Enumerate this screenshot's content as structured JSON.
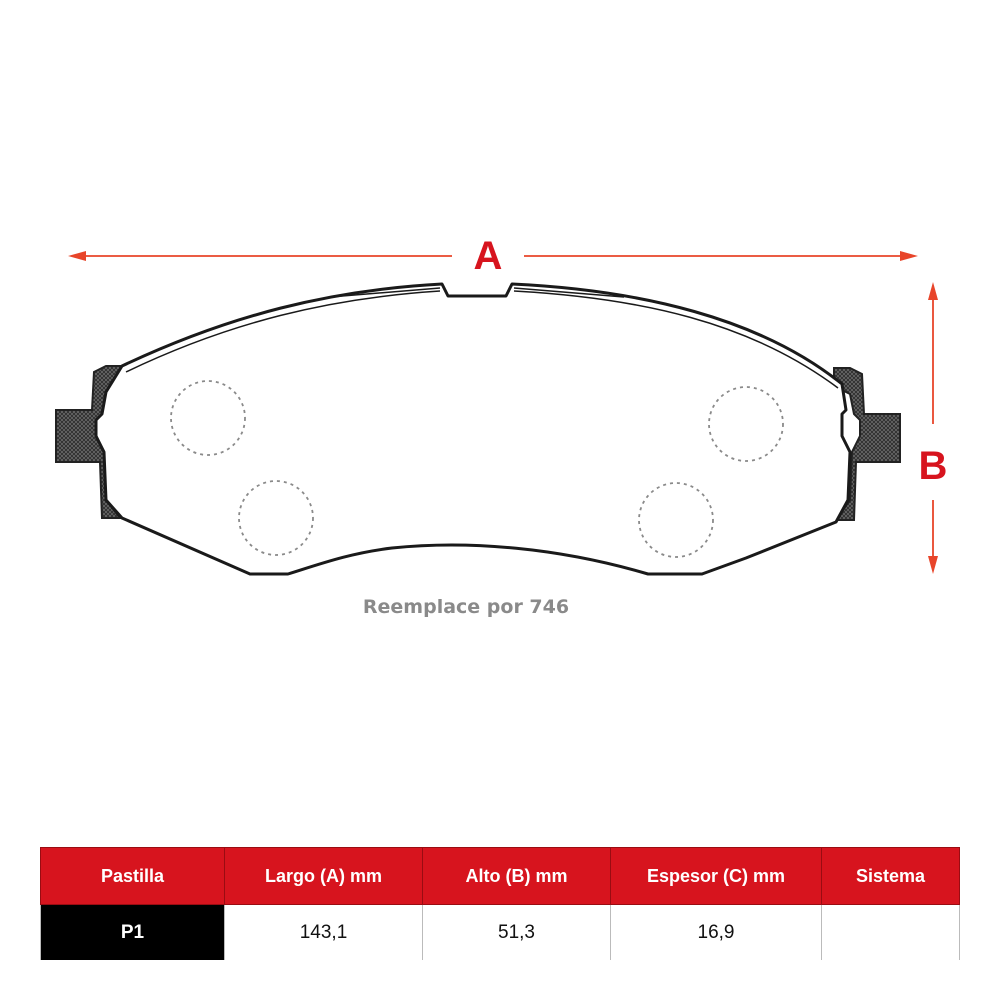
{
  "diagram": {
    "dimension_a_label": "A",
    "dimension_b_label": "B",
    "note": "Reemplace por 746",
    "accent_color": "#d7141e",
    "arrow_color": "#e8452a"
  },
  "table": {
    "headers": [
      "Pastilla",
      "Largo (A) mm",
      "Alto (B) mm",
      "Espesor (C) mm",
      "Sistema"
    ],
    "rows": [
      [
        "P1",
        "143,1",
        "51,3",
        "16,9",
        ""
      ]
    ]
  }
}
